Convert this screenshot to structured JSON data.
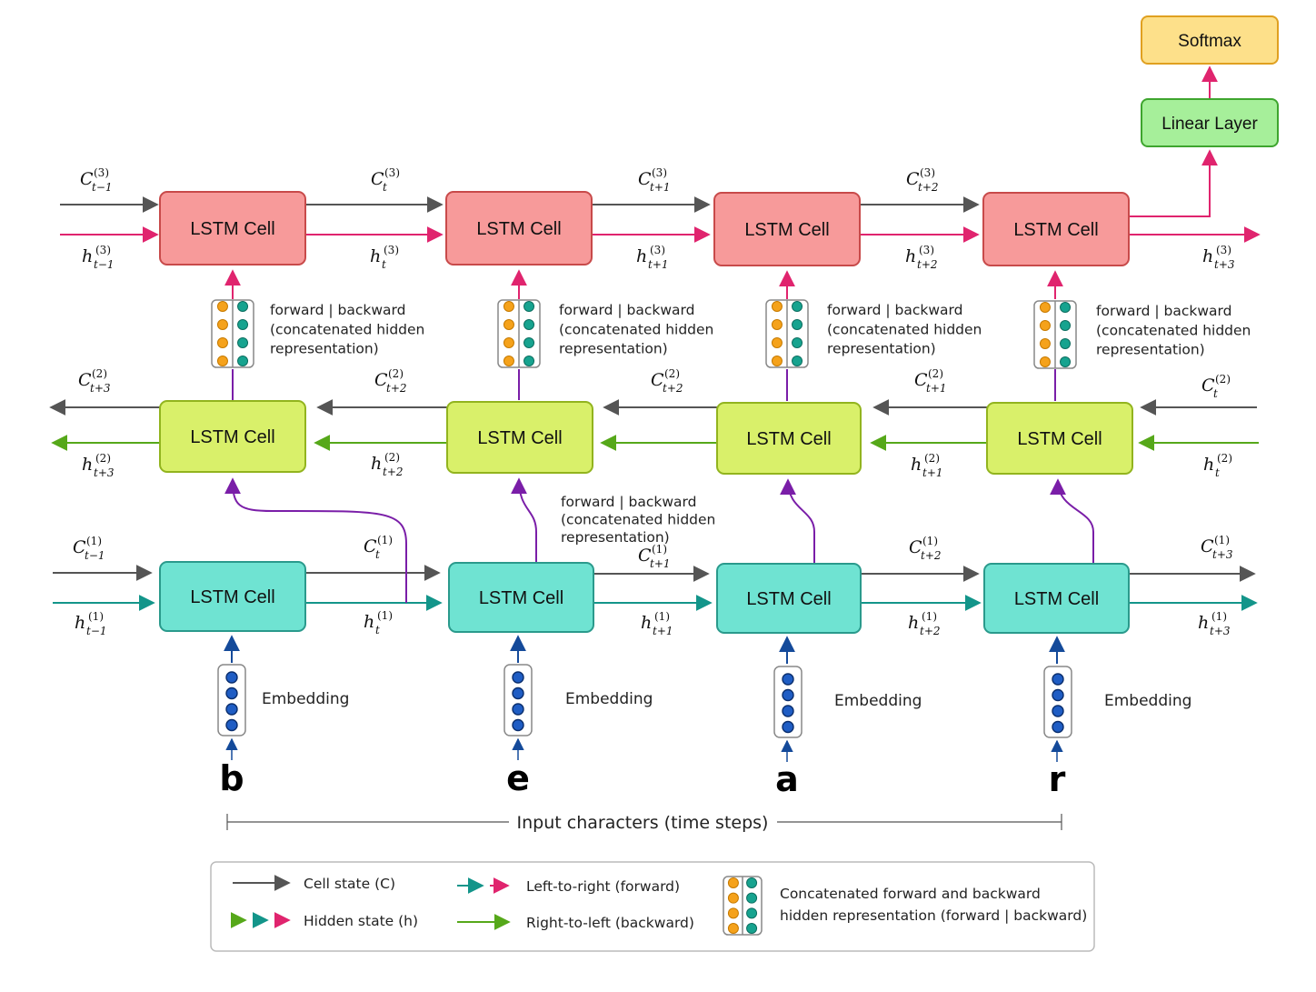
{
  "cell_label": "LSTM Cell",
  "top": {
    "softmax": "Softmax",
    "linear": "Linear Layer"
  },
  "concat_note": [
    "forward | backward",
    "(concatenated hidden",
    "representation)"
  ],
  "embedding_label": "Embedding",
  "characters": [
    "b",
    "e",
    "a",
    "r"
  ],
  "axis_label": "Input characters (time steps)",
  "layer3": {
    "c_labels": [
      {
        "sub": "t−1",
        "sup": "(3)"
      },
      {
        "sub": "t",
        "sup": "(3)"
      },
      {
        "sub": "t+1",
        "sup": "(3)"
      },
      {
        "sub": "t+2",
        "sup": "(3)"
      }
    ],
    "h_labels": [
      {
        "sub": "t−1",
        "sup": "(3)"
      },
      {
        "sub": "t",
        "sup": "(3)"
      },
      {
        "sub": "t+1",
        "sup": "(3)"
      },
      {
        "sub": "t+2",
        "sup": "(3)"
      },
      {
        "sub": "t+3",
        "sup": "(3)"
      }
    ]
  },
  "layer2": {
    "c_labels": [
      {
        "sub": "t+3",
        "sup": "(2)"
      },
      {
        "sub": "t+2",
        "sup": "(2)"
      },
      {
        "sub": "t+2",
        "sup": "(2)"
      },
      {
        "sub": "t+1",
        "sup": "(2)"
      },
      {
        "sub": "t",
        "sup": "(2)"
      }
    ],
    "h_labels": [
      {
        "sub": "t+3",
        "sup": "(2)"
      },
      {
        "sub": "t+2",
        "sup": "(2)"
      },
      {
        "sub": "t+1",
        "sup": "(2)"
      },
      {
        "sub": "t",
        "sup": "(2)"
      }
    ]
  },
  "layer1": {
    "c_labels": [
      {
        "sub": "t−1",
        "sup": "(1)"
      },
      {
        "sub": "t",
        "sup": "(1)"
      },
      {
        "sub": "t+1",
        "sup": "(1)"
      },
      {
        "sub": "t+2",
        "sup": "(1)"
      },
      {
        "sub": "t+3",
        "sup": "(1)"
      }
    ],
    "h_labels": [
      {
        "sub": "t−1",
        "sup": "(1)"
      },
      {
        "sub": "t",
        "sup": "(1)"
      },
      {
        "sub": "t+1",
        "sup": "(1)"
      },
      {
        "sub": "t+2",
        "sup": "(1)"
      },
      {
        "sub": "t+3",
        "sup": "(1)"
      }
    ]
  },
  "var_c": "C",
  "var_h": "h",
  "legend": {
    "cell_state": "Cell state (C)",
    "hidden_state": "Hidden state (h)",
    "ltr": "Left-to-right (forward)",
    "rtl": "Right-to-left (backward)",
    "concat": [
      "Concatenated forward and backward",
      "hidden representation (forward | backward)"
    ]
  },
  "colors": {
    "layer3_fill": "#f79a9a",
    "layer3_stroke": "#c84a4a",
    "layer2_fill": "#d9f06a",
    "layer2_stroke": "#92b41e",
    "layer1_fill": "#6fe3d2",
    "layer1_stroke": "#2a9a8c",
    "softmax_fill": "#fde08a",
    "softmax_stroke": "#e0a020",
    "linear_fill": "#a6ef9a",
    "linear_stroke": "#3ea52e",
    "cell_arrow": "#555555",
    "forward_h3": "#e0246e",
    "forward_h1": "#13958a",
    "backward_h2": "#56a81a",
    "purple": "#7a1ea8",
    "blue": "#144a9a",
    "orange": "#f5a21b",
    "teal_dot": "#17a38f"
  }
}
